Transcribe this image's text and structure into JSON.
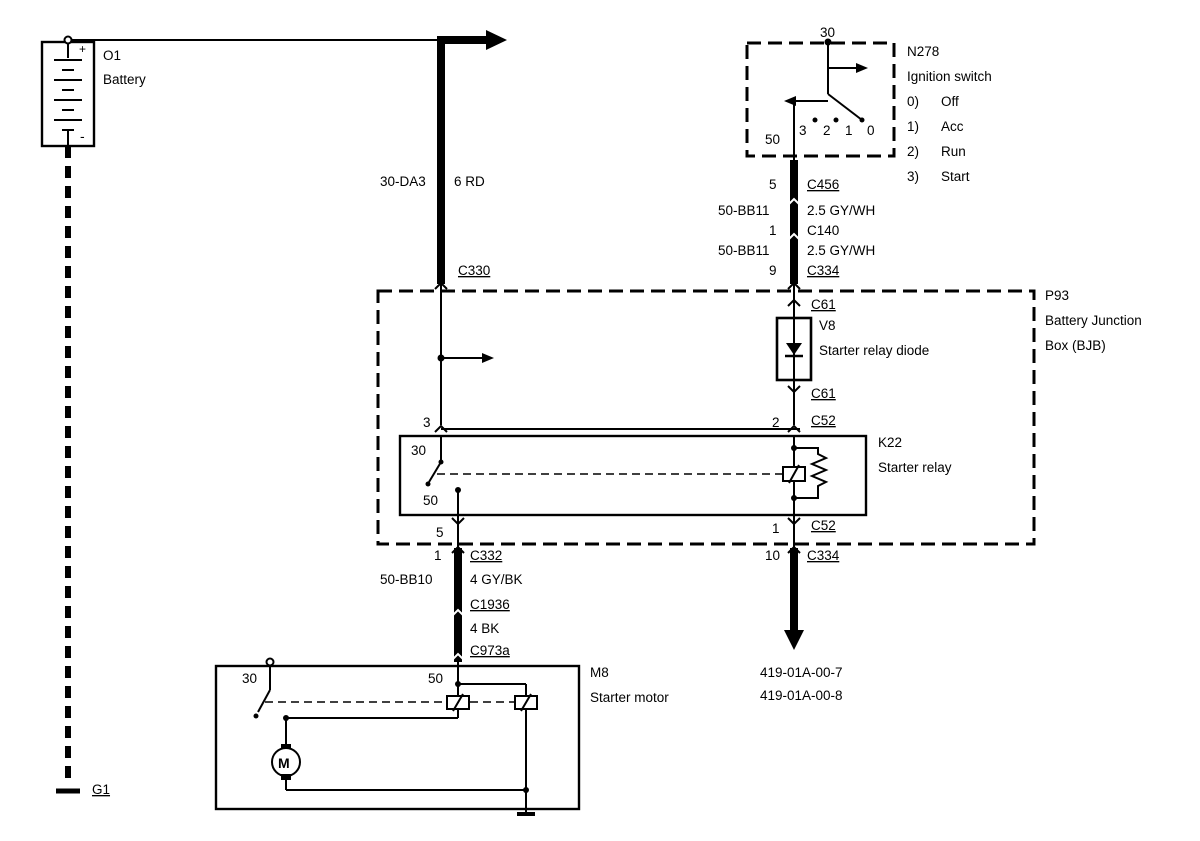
{
  "battery": {
    "code": "O1",
    "name": "Battery",
    "plus": "+",
    "minus": "-"
  },
  "ground": {
    "code": "G1"
  },
  "main_wire": {
    "circuit": "30-DA3",
    "spec": "6 RD",
    "connector": "C330"
  },
  "ignition_switch": {
    "code": "N278",
    "name": "Ignition switch",
    "terminal_in": "30",
    "terminal_out": "50",
    "pos3": "3",
    "pos2": "2",
    "pos1": "1",
    "pos0": "0",
    "positions": [
      {
        "num": "0)",
        "label": "Off"
      },
      {
        "num": "1)",
        "label": "Acc"
      },
      {
        "num": "2)",
        "label": "Run"
      },
      {
        "num": "3)",
        "label": "Start"
      }
    ]
  },
  "switch_wire": {
    "pin1": "5",
    "conn1": "C456",
    "circuit1": "50-BB11",
    "spec1": "2.5 GY/WH",
    "pin2": "1",
    "conn2": "C140",
    "circuit2": "50-BB11",
    "spec2": "2.5 GY/WH",
    "pin3": "9",
    "conn3": "C334"
  },
  "bjb": {
    "code": "P93",
    "name_line1": "Battery Junction",
    "name_line2": "Box (BJB)"
  },
  "diode": {
    "code": "V8",
    "name": "Starter relay diode",
    "conn_top": "C61",
    "conn_bottom": "C61"
  },
  "relay": {
    "code": "K22",
    "name": "Starter relay",
    "pin_left_top": "3",
    "pin_right_top": "2",
    "conn_right_top": "C52",
    "term30": "30",
    "term50": "50",
    "pin_left_bottom": "5",
    "pin_right_bottom": "1",
    "conn_right_bottom": "C52"
  },
  "motor_wire": {
    "pin": "1",
    "conn1": "C332",
    "circuit": "50-BB10",
    "spec1": "4 GY/BK",
    "conn2": "C1936",
    "spec2": "4 BK",
    "conn3": "C973a"
  },
  "right_wire": {
    "pin": "10",
    "conn": "C334",
    "ref1": "419-01A-00-7",
    "ref2": "419-01A-00-8"
  },
  "motor": {
    "code": "M8",
    "name": "Starter motor",
    "term30": "30",
    "term50": "50",
    "symbol": "M"
  }
}
